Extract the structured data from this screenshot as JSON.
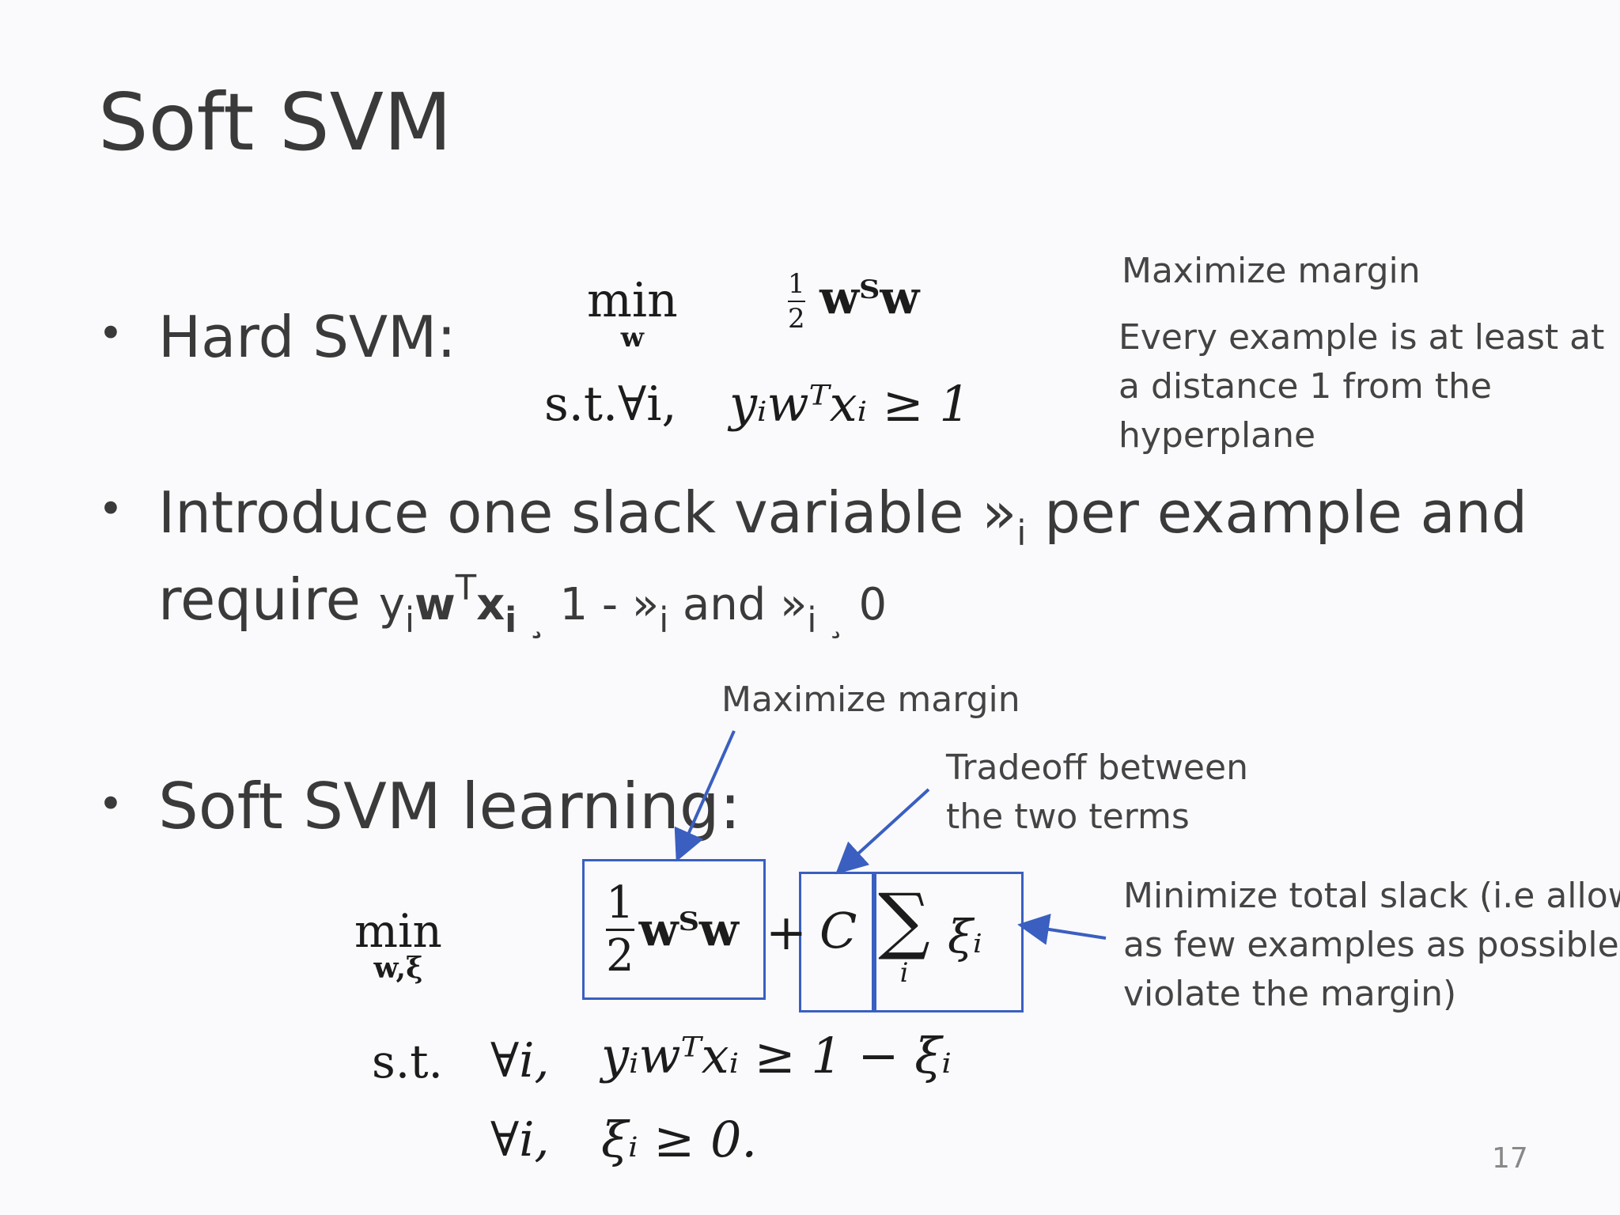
{
  "slide": {
    "title": "Soft SVM",
    "page_number": "17"
  },
  "bullets": {
    "hard": "Hard SVM:",
    "introduce_line1_a": "Introduce one slack variable »",
    "introduce_line1_sub": "i",
    "introduce_line1_b": " per example and",
    "introduce_line2_a": "require ",
    "introduce_line2_y": "y",
    "introduce_line2_ysub": "i",
    "introduce_line2_w": "w",
    "introduce_line2_T": "T",
    "introduce_line2_x": "x",
    "introduce_line2_xsub": "i ¸",
    "introduce_line2_mid": " 1 - »",
    "introduce_line2_sub2": "i",
    "introduce_line2_and": " and »",
    "introduce_line2_sub3": "i ¸",
    "introduce_line2_end": " 0",
    "soft": "Soft SVM learning:"
  },
  "hard_formula": {
    "min": "min",
    "min_sub": "w",
    "half_num": "1",
    "half_den": "2",
    "objective": "wᵀw",
    "st": "s.t.∀i,",
    "constraint": "yᵢwᵀxᵢ ≥ 1"
  },
  "hard_notes": {
    "maximize": "Maximize margin",
    "every_l1": "Every example is at least at",
    "every_l2": "a distance 1 from the",
    "every_l3": "hyperplane"
  },
  "soft_formula": {
    "min": "min",
    "min_sub": "w,ξ",
    "half_num": "1",
    "half_den": "2",
    "wtw": "wᵀw",
    "plus": "+",
    "C": "C",
    "sum": "∑",
    "sum_sub": "i",
    "xi": "ξᵢ",
    "st": "s.t.",
    "forall1": "∀i,",
    "constraint1": "yᵢwᵀxᵢ ≥ 1 − ξᵢ",
    "forall2": "∀i,",
    "constraint2": "ξᵢ ≥ 0."
  },
  "soft_notes": {
    "maximize": "Maximize margin",
    "tradeoff_l1": "Tradeoff between",
    "tradeoff_l2": "the two terms",
    "slack_l1": "Minimize total slack (i.e allow",
    "slack_l2": "as few examples as possible to",
    "slack_l3": "violate the margin)"
  },
  "colors": {
    "annotation_blue": "#3a5fc0",
    "text": "#3a3a3a",
    "background": "#fafafc"
  }
}
